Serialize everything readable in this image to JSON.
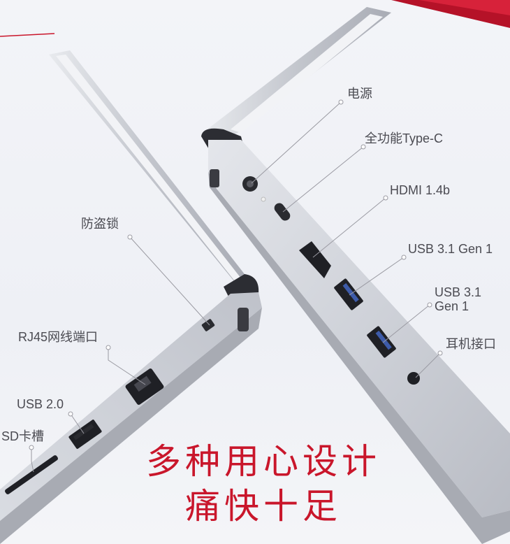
{
  "labels": {
    "power": "电源",
    "typec": "全功能Type-C",
    "hdmi": "HDMI 1.4b",
    "usb31_a": "USB 3.1 Gen 1",
    "usb31_b_line1": "USB 3.1",
    "usb31_b_line2": "Gen 1",
    "audio": "耳机接口",
    "lock": "防盗锁",
    "rj45": "RJ45网线端口",
    "usb20": "USB 2.0",
    "sd": "SD卡槽"
  },
  "headline": {
    "line1": "多种用心设计",
    "line2": "痛快十足"
  },
  "colors": {
    "accent": "#c9162b",
    "leader_line": "#9a9aa2",
    "chassis": "#c9ccd3"
  }
}
